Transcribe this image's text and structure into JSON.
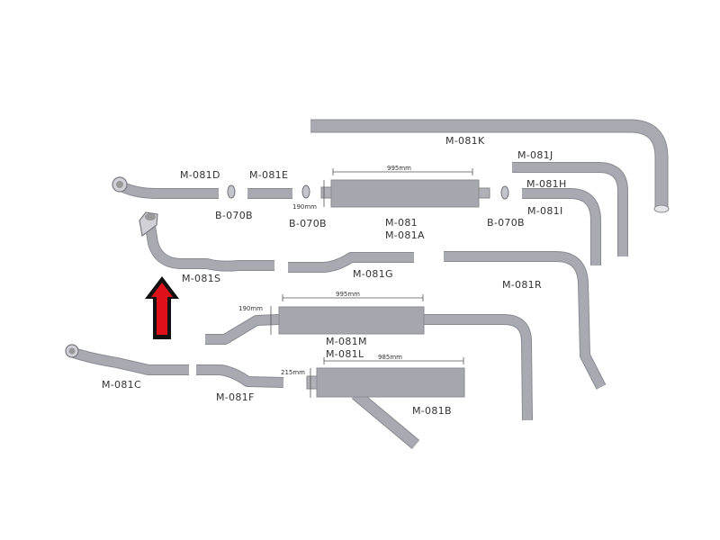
{
  "parts": {
    "k": "M-081K",
    "j": "M-081J",
    "h": "M-081H",
    "i": "M-081I",
    "d": "M-081D",
    "e": "M-081E",
    "clamp1": "B-070B",
    "clamp2": "B-070B",
    "clamp3": "B-070B",
    "muffler1a": "M-081",
    "muffler1b": "M-081A",
    "s": "M-081S",
    "g": "M-081G",
    "r": "M-081R",
    "m": "M-081M",
    "l": "M-081L",
    "c": "M-081C",
    "f": "M-081F",
    "b": "M-081B"
  },
  "dimensions": {
    "muffler1_length": "995mm",
    "muffler1_dia": "190mm",
    "muffler2_length": "995mm",
    "muffler2_dia": "190mm",
    "muffler3_length": "985mm",
    "muffler3_dia": "215mm"
  },
  "colors": {
    "pipe": "#a9a9b1",
    "arrow": "#e0101a"
  }
}
